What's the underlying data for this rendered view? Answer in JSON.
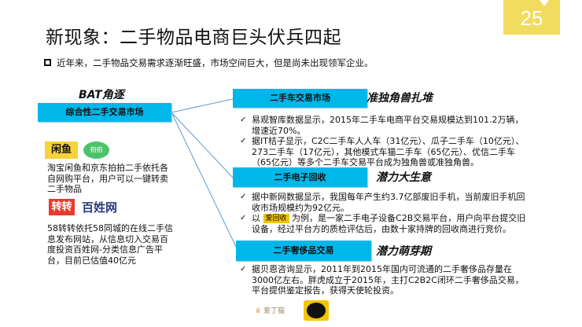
{
  "title": "新现象：二手物品电商巨头伏兵四起",
  "page_number": "25",
  "intro": "近年来，二手物品交易需求逐渐旺盛，市场空间巨大，但是尚未出现领军企业。",
  "left": {
    "heading": "BAT角逐",
    "box": "综合性二手交易市场",
    "logos1": [
      "闲鱼",
      "拍拍"
    ],
    "text1": "淘宝闲鱼和京东拍拍二手依托各自网购平台，用户可以一键转卖二手物品",
    "logos2": [
      "转转",
      "百姓网"
    ],
    "text2": "58转转依托58同城的在线二手信息发布网站，从信息切入交易百度投资百姓网-分类信息广告平台，目前已估值40亿元"
  },
  "sections": [
    {
      "box": "二手车交易市场",
      "tag": "准独角兽扎堆",
      "bullets": [
        "易观智库数据显示，2015年二手车电商平台交易规模达到101.2万辆，增速近70%。",
        "据IT桔子显示，C2C二手车人人车（31亿元）、瓜子二手车（10亿元）、273二手车（17亿元），其他模式车猫二手车（65亿元）、优信二手车（65亿元）等多个二手车交易平台成为独角兽或准独角兽。"
      ]
    },
    {
      "box": "二手电子回收",
      "tag": "潜力大生意",
      "bullets": [
        "据中新网数据显示，我国每年产生约3.7亿部废旧手机，当前废旧手机回收市场规模约为92亿元。"
      ],
      "bullet2_pre": "以",
      "bullet2_logo": "爱回收",
      "bullet2_post": "为例，是一家二手电子设备C2B交易平台，用户向平台提交旧设备，经过平台方的质检评估后，由数十家持牌的回收商进行竞价。"
    },
    {
      "box": "二手奢侈品交易",
      "tag": "潜力萌芽期",
      "bullets": [
        "据贝恩咨询显示，2011年到2015年国内可流通的二手奢侈品存量在3000亿左右。胖虎成立于2015年，主打C2B2C闭环二手奢侈品交易，平台提供鉴定报告，获得天使轮投资。"
      ]
    }
  ],
  "bottom_logos": [
    "爱丁猫"
  ],
  "colors": {
    "box": "#00b7ea",
    "badge": "#f2dc5d",
    "line": "#5b9bd5"
  }
}
